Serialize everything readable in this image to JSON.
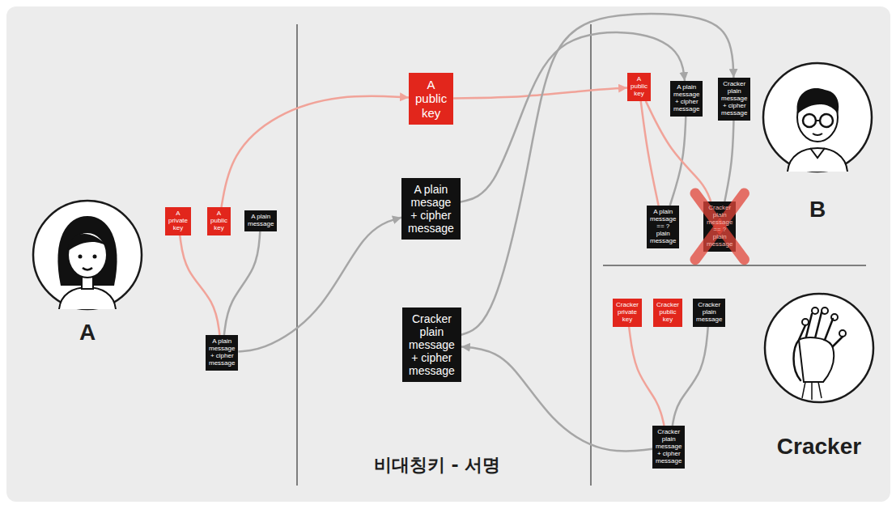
{
  "diagram": {
    "caption": "비대칭키 - 서명",
    "nodes": [
      {
        "text": [
          "A"
        ]
      },
      {
        "text": [
          "A private key"
        ]
      },
      {
        "text": [
          "A public key"
        ]
      },
      {
        "text": [
          "A plain message"
        ]
      },
      {
        "text": [
          "A plain message + cipher message"
        ]
      },
      {
        "text": [
          "A public key"
        ]
      },
      {
        "text": [
          "A plain mesage + cipher message"
        ]
      },
      {
        "text": [
          "Cracker plain message + cipher message"
        ]
      },
      {
        "text": [
          "A public key"
        ]
      },
      {
        "text": [
          "A plain message + cipher message"
        ]
      },
      {
        "text": [
          "Cracker plain message + cipher message"
        ]
      },
      {
        "text": [
          "B"
        ]
      },
      {
        "text": [
          "A plain message == ? plain message"
        ]
      },
      {
        "text": [
          "Cracker plain message == ? plain message"
        ]
      },
      {
        "text": [
          "Cracker private key"
        ]
      },
      {
        "text": [
          "Cracker public key"
        ]
      },
      {
        "text": [
          "Cracker plain message"
        ]
      },
      {
        "text": [
          "Cracker plain message + cipher message"
        ]
      },
      {
        "text": [
          "Cracker"
        ]
      }
    ],
    "edges": [
      {
        "from": 1,
        "to": 4,
        "arrow": "none"
      },
      {
        "from": 3,
        "to": 4,
        "arrow": "none"
      },
      {
        "from": 2,
        "to": 5,
        "arrow": "to"
      },
      {
        "from": 4,
        "to": 6,
        "arrow": "to"
      },
      {
        "from": 5,
        "to": 8,
        "arrow": "to"
      },
      {
        "from": 6,
        "to": 9,
        "arrow": "to"
      },
      {
        "from": 7,
        "to": 10,
        "arrow": "to"
      },
      {
        "from": 8,
        "to": 12,
        "arrow": "none"
      },
      {
        "from": 9,
        "to": 12,
        "arrow": "none"
      },
      {
        "from": 8,
        "to": 13,
        "arrow": "none"
      },
      {
        "from": 10,
        "to": 13,
        "arrow": "none"
      },
      {
        "from": 14,
        "to": 17,
        "arrow": "none"
      },
      {
        "from": 16,
        "to": 17,
        "arrow": "none"
      },
      {
        "from": 17,
        "to": 7,
        "arrow": "to"
      }
    ]
  }
}
